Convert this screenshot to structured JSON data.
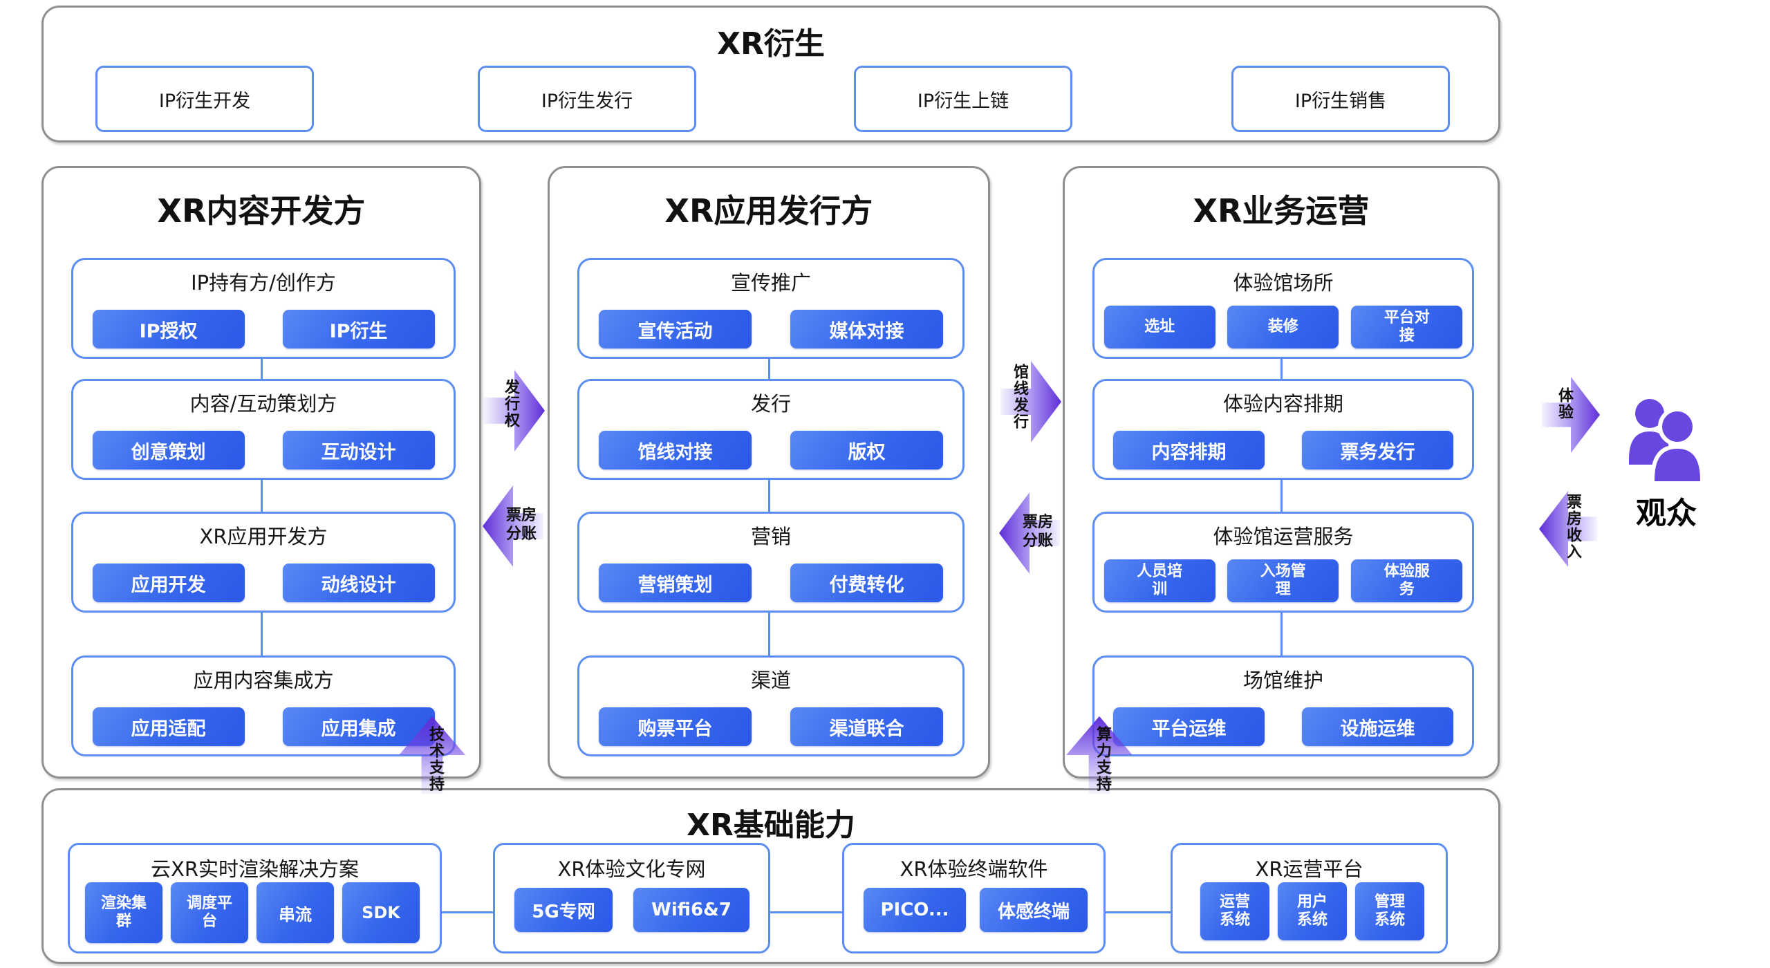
{
  "colors": {
    "pill_gradient_start": "#5988f4",
    "pill_gradient_end": "#2c59e6",
    "box_border_blue": "#5b8df2",
    "container_border_gray": "#8e8e8e",
    "arrow_purple": "#5e2ed8",
    "audience_purple": "#6847e0"
  },
  "top_band": {
    "title": "XR衍生",
    "items": [
      "IP衍生开发",
      "IP衍生发行",
      "IP衍生上链",
      "IP衍生销售"
    ]
  },
  "columns": [
    {
      "title": "XR内容开发方",
      "sections": [
        {
          "title": "IP持有方/创作方",
          "pills": [
            "IP授权",
            "IP衍生"
          ]
        },
        {
          "title": "内容/互动策划方",
          "pills": [
            "创意策划",
            "互动设计"
          ]
        },
        {
          "title": "XR应用开发方",
          "pills": [
            "应用开发",
            "动线设计"
          ]
        },
        {
          "title": "应用内容集成方",
          "pills": [
            "应用适配",
            "应用集成"
          ]
        }
      ]
    },
    {
      "title": "XR应用发行方",
      "sections": [
        {
          "title": "宣传推广",
          "pills": [
            "宣传活动",
            "媒体对接"
          ]
        },
        {
          "title": "发行",
          "pills": [
            "馆线对接",
            "版权"
          ]
        },
        {
          "title": "营销",
          "pills": [
            "营销策划",
            "付费转化"
          ]
        },
        {
          "title": "渠道",
          "pills": [
            "购票平台",
            "渠道联合"
          ]
        }
      ]
    },
    {
      "title": "XR业务运营",
      "sections": [
        {
          "title": "体验馆场所",
          "pills": [
            "选址",
            "装修",
            "平台对接"
          ]
        },
        {
          "title": "体验内容排期",
          "pills": [
            "内容排期",
            "票务发行"
          ]
        },
        {
          "title": "体验馆运营服务",
          "pills": [
            "人员培训",
            "入场管理",
            "体验服务"
          ]
        },
        {
          "title": "场馆维护",
          "pills": [
            "平台运维",
            "设施运维"
          ]
        }
      ]
    }
  ],
  "flows": {
    "publish_rights": {
      "label": "发行权",
      "direction": "right"
    },
    "box_office_share_left": {
      "lines": [
        "票房",
        "分账"
      ],
      "direction": "left"
    },
    "venue_distribution": {
      "label": "馆线发行",
      "direction": "right"
    },
    "box_office_share_right": {
      "lines": [
        "票房",
        "分账"
      ],
      "direction": "left"
    },
    "experience": {
      "label": "体验",
      "direction": "right"
    },
    "box_office_revenue": {
      "label": "票房收入",
      "direction": "left"
    },
    "tech_support": {
      "label": "技术支持",
      "direction": "up"
    },
    "compute_support": {
      "label": "算力支持",
      "direction": "up"
    }
  },
  "audience": {
    "label": "观众",
    "icon": "people-icon"
  },
  "foundation": {
    "title": "XR基础能力",
    "groups": [
      {
        "title": "云XR实时渲染解决方案",
        "pills": [
          "渲染集群",
          "调度平台",
          "串流",
          "SDK"
        ]
      },
      {
        "title": "XR体验文化专网",
        "pills": [
          "5G专网",
          "Wifi6&7"
        ]
      },
      {
        "title": "XR体验终端软件",
        "pills": [
          "PICO...",
          "体感终端"
        ]
      },
      {
        "title": "XR运营平台",
        "pills": [
          "运营系统",
          "用户系统",
          "管理系统"
        ]
      }
    ]
  }
}
